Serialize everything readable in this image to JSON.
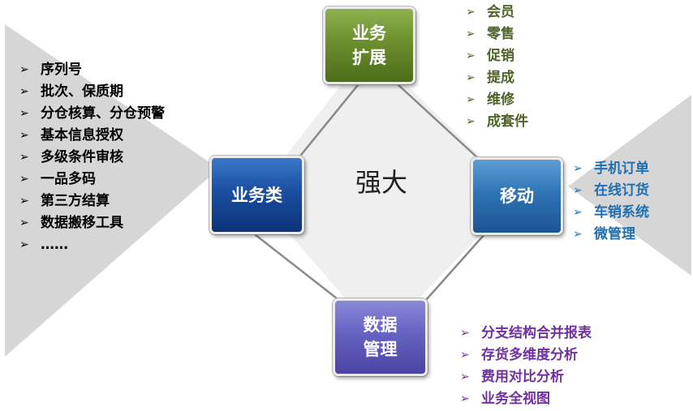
{
  "center": {
    "title": "强大"
  },
  "nodes": {
    "expand": {
      "label": "业务\n扩展",
      "color": "#6c8f2e"
    },
    "business": {
      "label": "业务类",
      "color": "#1a4fa0"
    },
    "mobile": {
      "label": "移动",
      "color": "#2e74b5"
    },
    "data": {
      "label": "数据\n管理",
      "color": "#6662c2"
    }
  },
  "lists": {
    "business": {
      "color": "#000000",
      "items": [
        "序列号",
        "批次、保质期",
        "分仓核算、分仓预警",
        "基本信息授权",
        "多级条件审核",
        "一品多码",
        "第三方结算",
        "数据搬移工具",
        "……"
      ]
    },
    "expand": {
      "color": "#4f6228",
      "items": [
        "会员",
        "零售",
        "促销",
        "提成",
        "维修",
        "成套件"
      ]
    },
    "mobile": {
      "color": "#1f6fb2",
      "items": [
        "手机订单",
        "在线订货",
        "车销系统",
        "微管理"
      ]
    },
    "data": {
      "color": "#7030a0",
      "items": [
        "分支结构合并报表",
        "存货多维度分析",
        "费用对比分析",
        "业务全视图"
      ]
    }
  },
  "icons": {
    "bullet": "arrow-right-icon"
  }
}
